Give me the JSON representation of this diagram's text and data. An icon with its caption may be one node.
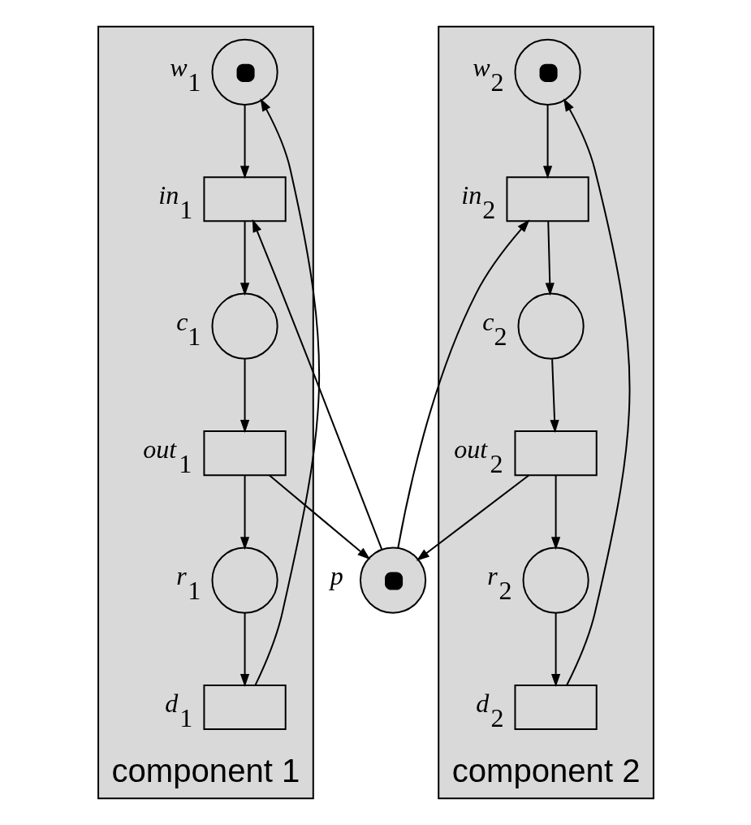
{
  "diagram": {
    "nodes": [
      {
        "text": [
          "component 1"
        ]
      },
      {
        "text": [],
        "shape": "circle",
        "beside": [
          "w$_{1}$"
        ],
        "in": 0
      },
      {
        "text": [],
        "shape": "box",
        "beside": [
          "in$_{1}$"
        ],
        "in": 0
      },
      {
        "text": [],
        "shape": "circle",
        "beside": [
          "c$_{1}$"
        ],
        "in": 0
      },
      {
        "text": [],
        "shape": "box",
        "beside": [
          "out$_{1}$"
        ],
        "in": 0
      },
      {
        "text": [],
        "shape": "circle",
        "beside": [
          "r$_{1}$"
        ],
        "in": 0
      },
      {
        "text": [],
        "shape": "box",
        "beside": [
          "d$_{1}$"
        ],
        "in": 0
      },
      {
        "text": [],
        "shape": "circle",
        "beside": [
          "p"
        ]
      },
      {
        "text": [
          "component 2"
        ]
      },
      {
        "text": [],
        "shape": "circle",
        "beside": [
          "w$_{2}$"
        ],
        "in": 8
      },
      {
        "text": [],
        "shape": "box",
        "beside": [
          "in$_{2}$"
        ],
        "in": 8
      },
      {
        "text": [],
        "shape": "circle",
        "beside": [
          "c$_{2}$"
        ],
        "in": 8
      },
      {
        "text": [],
        "shape": "box",
        "beside": [
          "out$_{2}$"
        ],
        "in": 8
      },
      {
        "text": [],
        "shape": "circle",
        "beside": [
          "r$_{2}$"
        ],
        "in": 8
      },
      {
        "text": [],
        "shape": "box",
        "beside": [
          "d$_{2}$"
        ],
        "in": 8
      }
    ],
    "edges": [
      {
        "from": 1,
        "to": 2,
        "arrow": "to"
      },
      {
        "from": 2,
        "to": 3,
        "arrow": "to"
      },
      {
        "from": 3,
        "to": 4,
        "arrow": "to"
      },
      {
        "from": 4,
        "to": 5,
        "arrow": "to"
      },
      {
        "from": 5,
        "to": 6,
        "arrow": "to"
      },
      {
        "from": 6,
        "to": 1,
        "arrow": "to"
      },
      {
        "from": 7,
        "to": 2,
        "arrow": "to"
      },
      {
        "from": 4,
        "to": 7,
        "arrow": "to"
      },
      {
        "from": 9,
        "to": 10,
        "arrow": "to"
      },
      {
        "from": 10,
        "to": 11,
        "arrow": "to"
      },
      {
        "from": 11,
        "to": 12,
        "arrow": "to"
      },
      {
        "from": 12,
        "to": 13,
        "arrow": "to"
      },
      {
        "from": 13,
        "to": 14,
        "arrow": "to"
      },
      {
        "from": 14,
        "to": 9,
        "arrow": "to"
      },
      {
        "from": 7,
        "to": 10,
        "arrow": "to"
      },
      {
        "from": 12,
        "to": 7,
        "arrow": "to"
      }
    ]
  }
}
